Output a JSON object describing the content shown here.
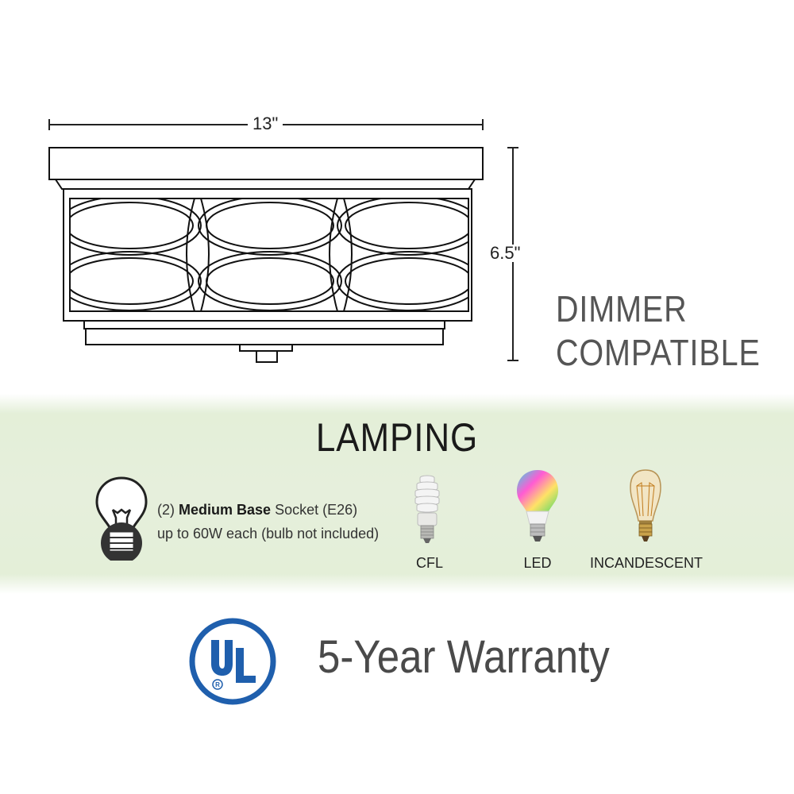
{
  "dimensions": {
    "width_label": "13\"",
    "height_label": "6.5\""
  },
  "features": {
    "dimmer_line1": "DIMMER",
    "dimmer_line2": "COMPATIBLE"
  },
  "lamping": {
    "title": "LAMPING",
    "socket_count": "(2)",
    "socket_base": "Medium Base",
    "socket_type": "Socket (E26)",
    "socket_detail": "up to 60W each (bulb not included)",
    "bulbs": [
      {
        "label": "CFL",
        "icon": "cfl-bulb-icon"
      },
      {
        "label": "LED",
        "icon": "led-bulb-icon"
      },
      {
        "label": "INCANDESCENT",
        "icon": "incandescent-bulb-icon"
      }
    ]
  },
  "certification": {
    "logo_text": "UL",
    "registered_mark": "R",
    "logo_color": "#1f5fad"
  },
  "warranty": {
    "text": "5-Year Warranty"
  }
}
